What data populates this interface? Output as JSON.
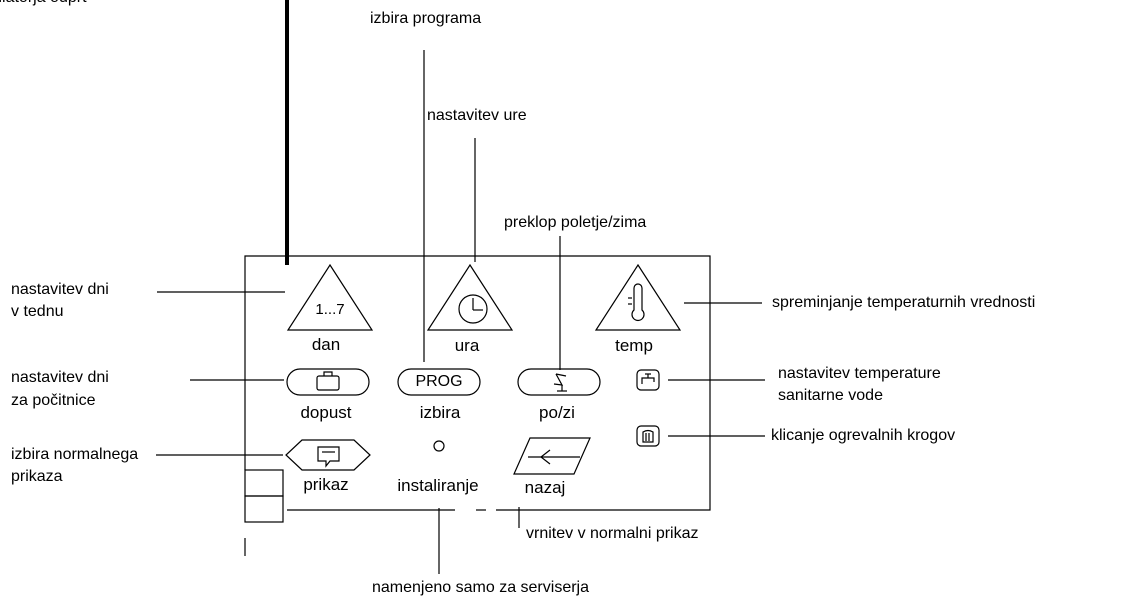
{
  "annotations": {
    "regulator_open": "regulatorja odprt",
    "program_select": "izbira programa",
    "clock_set": "nastavitev ure",
    "summer_winter": "preklop poletje/zima",
    "days_week_1": "nastavitev dni",
    "days_week_2": "v tednu",
    "temp_change": "spreminjanje temperaturnih vrednosti",
    "holiday_1": "nastavitev dni",
    "holiday_2": "za počitnice",
    "dhw_1": "nastavitev temperature",
    "dhw_2": "sanitarne vode",
    "heating_circuits": "klicanje ogrevalnih krogov",
    "normal_view_1": "izbira normalnega",
    "normal_view_2": "prikaza",
    "return_normal": "vrnitev v normalni prikaz",
    "service_only": "namenjeno samo za serviserja"
  },
  "buttons": {
    "dan": "dan",
    "dan_symbol": "1...7",
    "ura": "ura",
    "temp": "temp",
    "dopust": "dopust",
    "izbira": "izbira",
    "prog": "PROG",
    "pozi": "po/zi",
    "prikaz": "prikaz",
    "instaliranje": "instaliranje",
    "nazaj": "nazaj"
  },
  "icons": [
    "clock-icon",
    "thermometer-icon",
    "suitcase-icon",
    "season-icon",
    "tap-icon",
    "radiator-icon",
    "display-icon",
    "return-arrow-icon"
  ]
}
